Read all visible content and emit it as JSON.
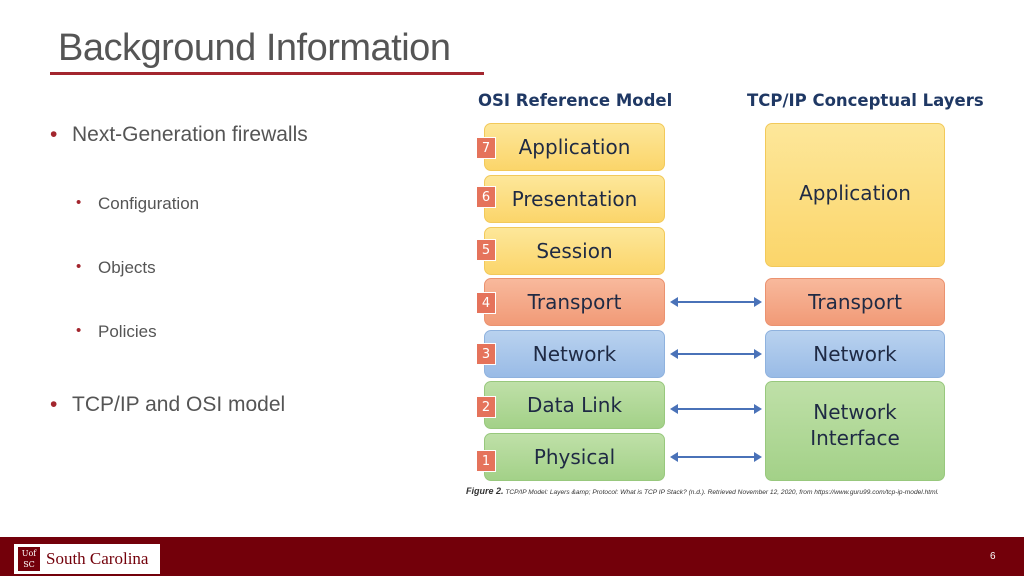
{
  "slide": {
    "title": "Background Information",
    "page_number": "6"
  },
  "bullets": [
    {
      "text": "Next-Generation firewalls",
      "level": 1
    },
    {
      "text": "Configuration",
      "level": 2
    },
    {
      "text": "Objects",
      "level": 2
    },
    {
      "text": "Policies",
      "level": 2
    },
    {
      "text": "TCP/IP and OSI model",
      "level": 1
    }
  ],
  "diagram": {
    "osi_heading": "OSI Reference Model",
    "tcpip_heading": "TCP/IP Conceptual Layers",
    "osi_layers": [
      {
        "number": "7",
        "name": "Application"
      },
      {
        "number": "6",
        "name": "Presentation"
      },
      {
        "number": "5",
        "name": "Session"
      },
      {
        "number": "4",
        "name": "Transport"
      },
      {
        "number": "3",
        "name": "Network"
      },
      {
        "number": "2",
        "name": "Data Link"
      },
      {
        "number": "1",
        "name": "Physical"
      }
    ],
    "tcpip_layers": [
      {
        "name": "Application"
      },
      {
        "name": "Transport"
      },
      {
        "name": "Network"
      },
      {
        "name_line1": "Network",
        "name_line2": "Interface"
      }
    ],
    "colors": {
      "application": "#fbd56a",
      "transport": "#f19a77",
      "network": "#99bbe6",
      "network_interface": "#a3d188",
      "heading": "#1f3864",
      "arrow": "#4a72b8"
    }
  },
  "caption": {
    "label": "Figure 2.",
    "text": "TCP/IP Model: Layers &amp; Protocol: What is TCP IP Stack? (n.d.). Retrieved November 12, 2020, from https://www.guru99.com/tcp-ip-model.html."
  },
  "footer": {
    "logo_mark_line1": "Uof",
    "logo_mark_line2": "SC",
    "logo_text": "South Carolina",
    "brand_color": "#73000a"
  }
}
